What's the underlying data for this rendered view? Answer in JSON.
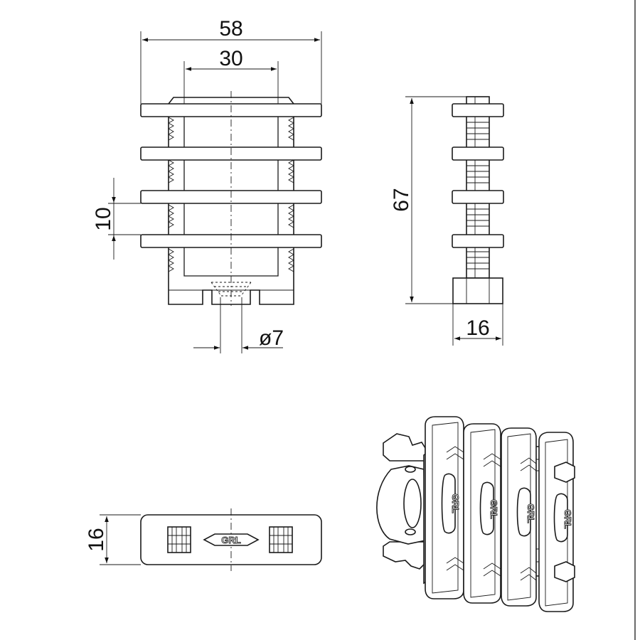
{
  "drawing": {
    "front_view": {
      "width": "58",
      "inner_width": "30",
      "pitch": "10",
      "hole_diameter": "ø7"
    },
    "side_view": {
      "height": "67",
      "base_width": "16"
    },
    "bottom_view": {
      "depth": "16",
      "logo": "GRL"
    },
    "iso_view": {
      "logo": "GRL"
    }
  }
}
